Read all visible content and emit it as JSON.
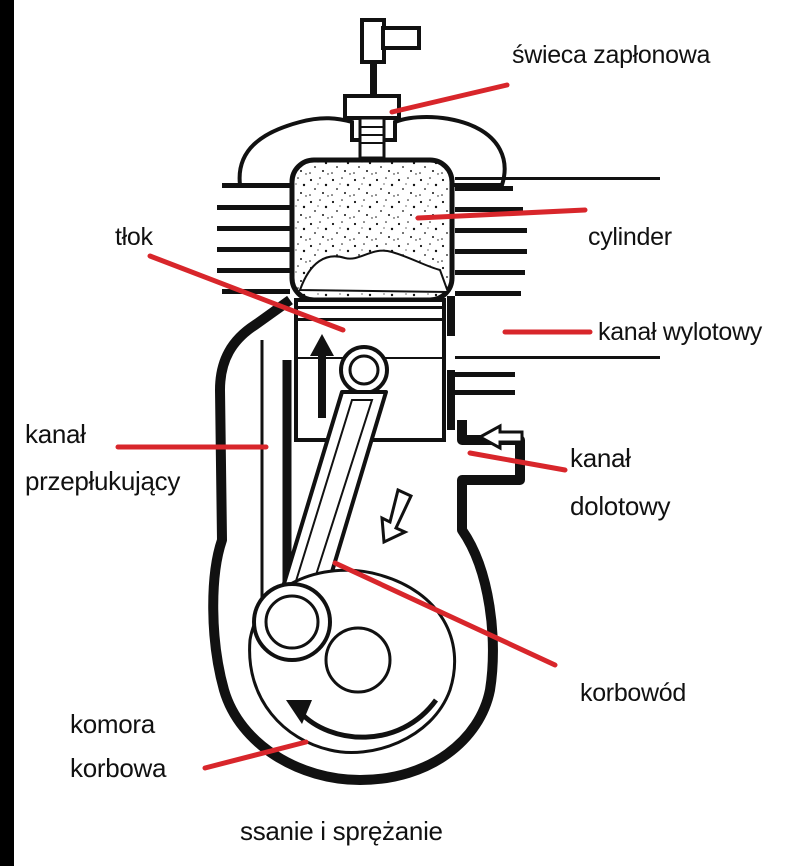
{
  "labels": {
    "spark_plug": "świeca zapłonowa",
    "cylinder": "cylinder",
    "piston": "tłok",
    "exhaust_port": "kanał wylotowy",
    "transfer_port_line1": "kanał",
    "transfer_port_line2": "przepłukujący",
    "intake_port_line1": "kanał",
    "intake_port_line2": "dolotowy",
    "connecting_rod": "korbowód",
    "crankcase_line1": "komora",
    "crankcase_line2": "korbowa",
    "caption": "ssanie i sprężanie"
  },
  "colors": {
    "background": "#000000",
    "panel": "#ffffff",
    "ink": "#111111",
    "leader": "#d8262b"
  },
  "icons": [
    "upward-arrow-icon",
    "inflow-arrow-icon",
    "down-arrow-icon",
    "rotation-arrow-icon"
  ]
}
